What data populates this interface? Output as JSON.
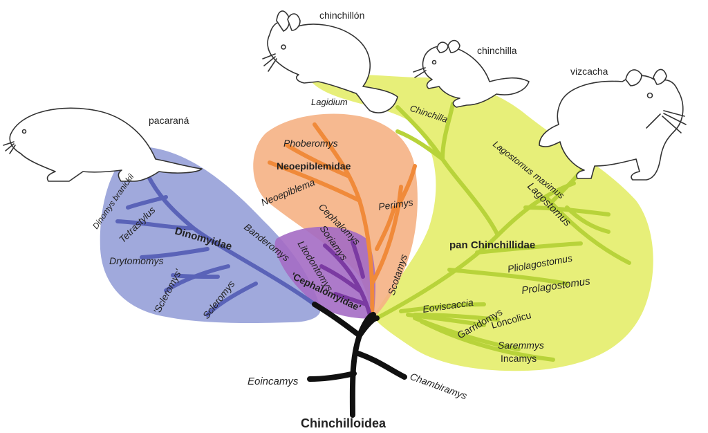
{
  "root": {
    "label": "Chinchilloidea"
  },
  "colors": {
    "dinomyidae": "#8f9ad6",
    "dinomyidae_branch": "#5a63b8",
    "neoepiblemidae": "#f5b184",
    "neoepiblemidae_branch": "#f08a3a",
    "cephalomyidae": "#a46cc4",
    "cephalomyidae_branch": "#7b3aa2",
    "chinchillidae": "#e4ed6a",
    "chinchillidae_branch": "#b8d33a",
    "stem": "#111111"
  },
  "animals": [
    {
      "id": "pacarana",
      "label": "pacaraná"
    },
    {
      "id": "chinchillon",
      "label": "chinchillón"
    },
    {
      "id": "chinchilla",
      "label": "chinchilla"
    },
    {
      "id": "vizcacha",
      "label": "vizcacha"
    }
  ],
  "groups": {
    "dinomyidae": {
      "label": "Dinomyidae",
      "taxa": [
        "Dinomys branickii",
        "Tetrastylus",
        "Drytomomys",
        "'Scleromys'",
        "Scleromys"
      ]
    },
    "neoepiblemidae": {
      "label": "Neoepiblemidae",
      "taxa": [
        "Phoberomys",
        "Neoepiblema",
        "Perimys"
      ]
    },
    "cephalomyidae": {
      "label": "'Cephalomyidae'",
      "taxa": [
        "Cephalomys",
        "Soriamys",
        "Litodontomys"
      ]
    },
    "chinchillidae": {
      "label": "pan Chinchillidae",
      "taxa": [
        "Lagidium",
        "Chinchilla",
        "Lagostomus maximus",
        "Lagostomus",
        "Pliolagostomus",
        "Prolagostomus",
        "Eoviscaccia",
        "Garridomys",
        "Loncolicu",
        "Saremmys",
        "Incamys"
      ]
    },
    "stem": {
      "taxa": [
        "Banderomys",
        "Scotamys",
        "Eoincamys",
        "Chambiramys"
      ]
    }
  }
}
